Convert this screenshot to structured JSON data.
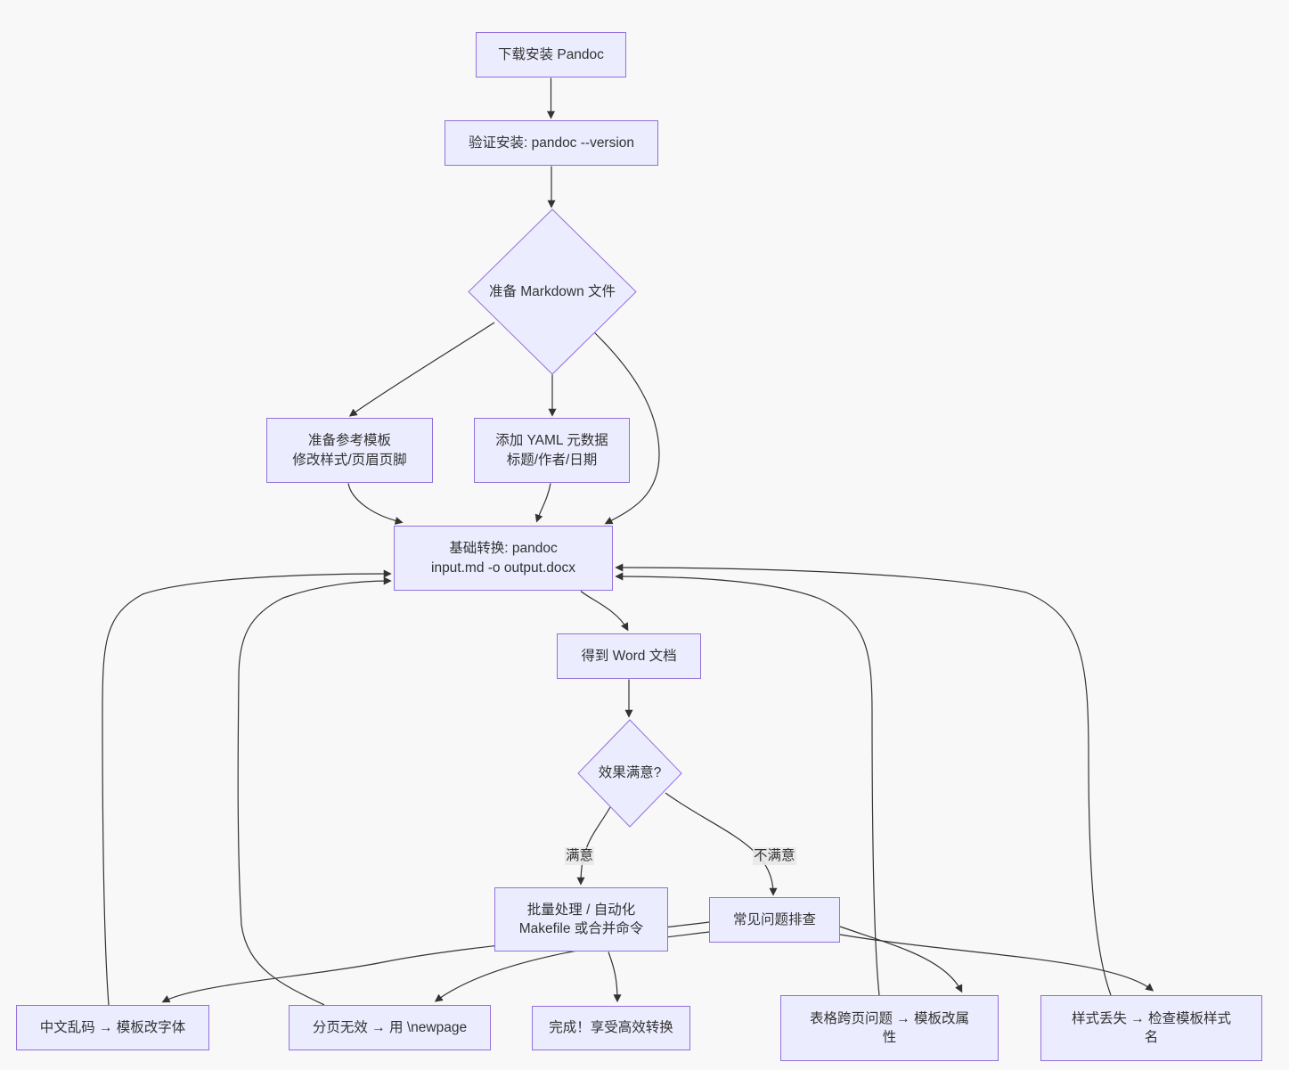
{
  "diagram": {
    "type": "flowchart",
    "background": "#f8f8f8",
    "node_fill": "#ECECFF",
    "node_border": "#9370DB",
    "edge_color": "#333333",
    "text_color": "#333333",
    "edge_label_background": "#e8e8e8",
    "nodes": {
      "download": {
        "text": "下载安装 Pandoc",
        "shape": "rect"
      },
      "verify": {
        "text": "验证安装: pandoc --version",
        "shape": "rect"
      },
      "prepare_md": {
        "text": "准备 Markdown 文件",
        "shape": "diamond"
      },
      "template": {
        "line1": "准备参考模板",
        "line2": "修改样式/页眉页脚",
        "shape": "rect"
      },
      "yaml": {
        "line1": "添加 YAML 元数据",
        "line2": "标题/作者/日期",
        "shape": "rect"
      },
      "convert": {
        "line1": "基础转换: pandoc",
        "line2": "input.md -o output.docx",
        "shape": "rect"
      },
      "word": {
        "text": "得到 Word 文档",
        "shape": "rect"
      },
      "satisfied": {
        "text": "效果满意?",
        "shape": "diamond"
      },
      "batch": {
        "line1": "批量处理 / 自动化",
        "line2": "Makefile 或合并命令",
        "shape": "rect"
      },
      "troubleshoot": {
        "text": "常见问题排查",
        "shape": "rect"
      },
      "done": {
        "text": "完成！享受高效转换",
        "shape": "rect"
      },
      "garbled": {
        "text": "中文乱码 → 模板改字体",
        "shape": "rect"
      },
      "pagebreak": {
        "text": "分页无效 → 用 \\newpage",
        "shape": "rect"
      },
      "table": {
        "line1": "表格跨页问题 → 模板改属",
        "line2": "性",
        "shape": "rect"
      },
      "style": {
        "line1": "样式丢失 → 检查模板样式",
        "line2": "名",
        "shape": "rect"
      }
    },
    "edge_labels": {
      "yes": "满意",
      "no": "不满意"
    }
  }
}
